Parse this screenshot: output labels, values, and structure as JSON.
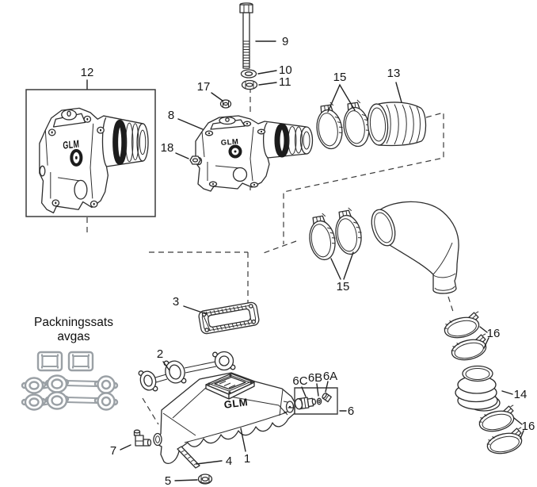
{
  "brand": "GLM",
  "gasket_kit_label": {
    "line1": "Packningssats",
    "line2": "avgas"
  },
  "part_labels": {
    "p1": "1",
    "p2": "2",
    "p3": "3",
    "p4": "4",
    "p5": "5",
    "p6": "6",
    "p6a": "6A",
    "p6b": "6B",
    "p6c": "6C",
    "p7": "7",
    "p8": "8",
    "p9": "9",
    "p10": "10",
    "p11": "11",
    "p12": "12",
    "p13": "13",
    "p14": "14",
    "p15": "15",
    "p16": "16",
    "p17": "17",
    "p18": "18"
  },
  "colors": {
    "line": "#2d2d2d",
    "label_text": "#161616",
    "gasket_gray": "#9aa0a5",
    "dark_accent": "#1c1c1c",
    "background": "#ffffff"
  }
}
